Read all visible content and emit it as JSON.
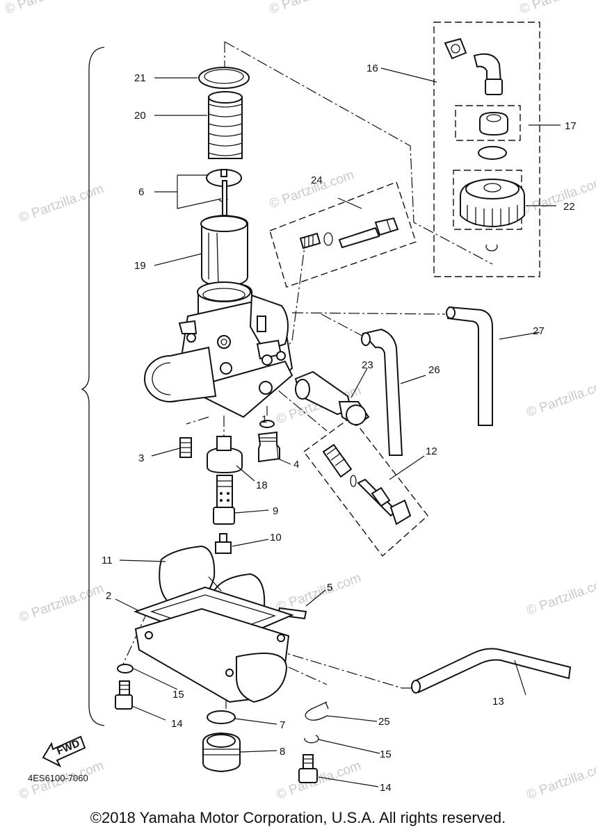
{
  "diagram": {
    "code": "4ES6100-7060",
    "fwd_label": "FWD",
    "copyright": "©2018 Yamaha Motor Corporation, U.S.A. All rights reserved.",
    "watermark": "© Partzilla.com",
    "labels": {
      "l1": "1",
      "l2": "2",
      "l3": "3",
      "l4": "4",
      "l5": "5",
      "l6": "6",
      "l7": "7",
      "l8": "8",
      "l9": "9",
      "l10": "10",
      "l11": "11",
      "l12": "12",
      "l13": "13",
      "l14a": "14",
      "l14b": "14",
      "l15a": "15",
      "l15b": "15",
      "l16": "16",
      "l17": "17",
      "l18": "18",
      "l19": "19",
      "l20": "20",
      "l21": "21",
      "l22": "22",
      "l23": "23",
      "l24": "24",
      "l25": "25",
      "l26": "26",
      "l27": "27"
    }
  }
}
